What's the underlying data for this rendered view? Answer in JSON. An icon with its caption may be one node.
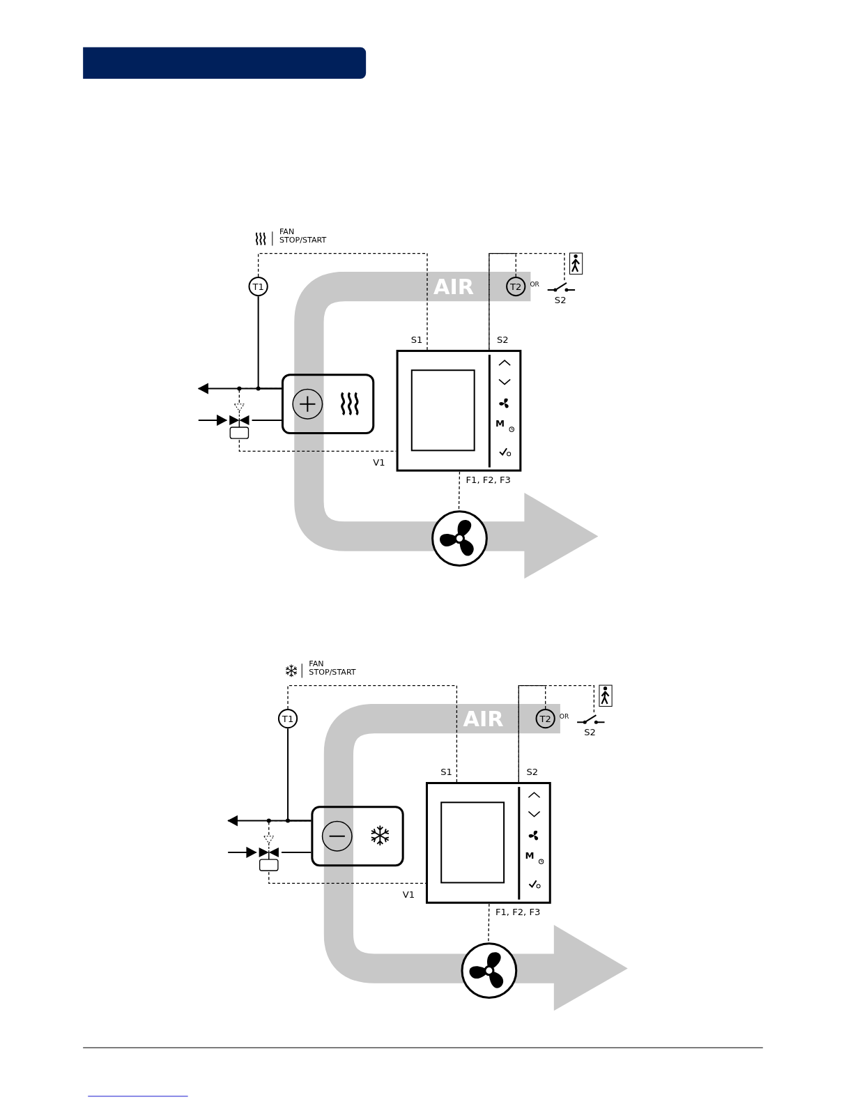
{
  "diagram": {
    "nodes": [
      {
        "text": [
          "T1"
        ]
      },
      {
        "text": [
          "T2"
        ]
      },
      {
        "text": [
          "S2"
        ]
      },
      {
        "text": [],
        "shape": "box"
      },
      {
        "text": [],
        "shape": "box"
      },
      {
        "text": [],
        "shape": "valve"
      },
      {
        "text": [],
        "shape": "circle"
      },
      {
        "text": [
          "T1"
        ]
      },
      {
        "text": [
          "T2"
        ]
      },
      {
        "text": [
          "S2"
        ]
      },
      {
        "text": [],
        "shape": "box"
      },
      {
        "text": [],
        "shape": "box"
      },
      {
        "text": [],
        "shape": "valve"
      },
      {
        "text": [],
        "shape": "circle"
      }
    ],
    "edges": [
      {
        "from": 0,
        "to": 3,
        "arrow": "none",
        "label": "S1",
        "style": "dashed"
      },
      {
        "from": 1,
        "to": 3,
        "arrow": "none",
        "label": "S2",
        "style": "dashed"
      },
      {
        "from": 2,
        "to": 3,
        "arrow": "none",
        "style": "dashed"
      },
      {
        "from": 5,
        "to": 3,
        "arrow": "none",
        "label": "V1",
        "style": "dashed"
      },
      {
        "from": 3,
        "to": 6,
        "arrow": "none",
        "label": "F1, F2, F3",
        "style": "dashed"
      },
      {
        "from": 5,
        "to": 4,
        "arrow": "none"
      },
      {
        "from": null,
        "to": 5,
        "arrow": "to"
      },
      {
        "from": 4,
        "to": null,
        "arrow": "to"
      },
      {
        "from": 0,
        "to": 4,
        "arrow": "none"
      },
      {
        "from": 5,
        "to": 4,
        "arrow": "none",
        "style": "dashed"
      },
      {
        "from": 7,
        "to": 10,
        "arrow": "none",
        "label": "S1",
        "style": "dashed"
      },
      {
        "from": 8,
        "to": 10,
        "arrow": "none",
        "label": "S2",
        "style": "dashed"
      },
      {
        "from": 9,
        "to": 10,
        "arrow": "none",
        "style": "dashed"
      },
      {
        "from": 12,
        "to": 10,
        "arrow": "none",
        "label": "V1",
        "style": "dashed"
      },
      {
        "from": 10,
        "to": 13,
        "arrow": "none",
        "label": "F1, F2, F3",
        "style": "dashed"
      },
      {
        "from": 12,
        "to": 11,
        "arrow": "none"
      },
      {
        "from": null,
        "to": 12,
        "arrow": "to"
      },
      {
        "from": 11,
        "to": null,
        "arrow": "to"
      },
      {
        "from": 7,
        "to": 11,
        "arrow": "none"
      },
      {
        "from": 12,
        "to": 11,
        "arrow": "none",
        "style": "dashed"
      }
    ],
    "labels": [
      "FAN STOP/START",
      "AIR",
      "OR",
      "M",
      "FAN STOP/START",
      "AIR",
      "OR",
      "M"
    ]
  }
}
